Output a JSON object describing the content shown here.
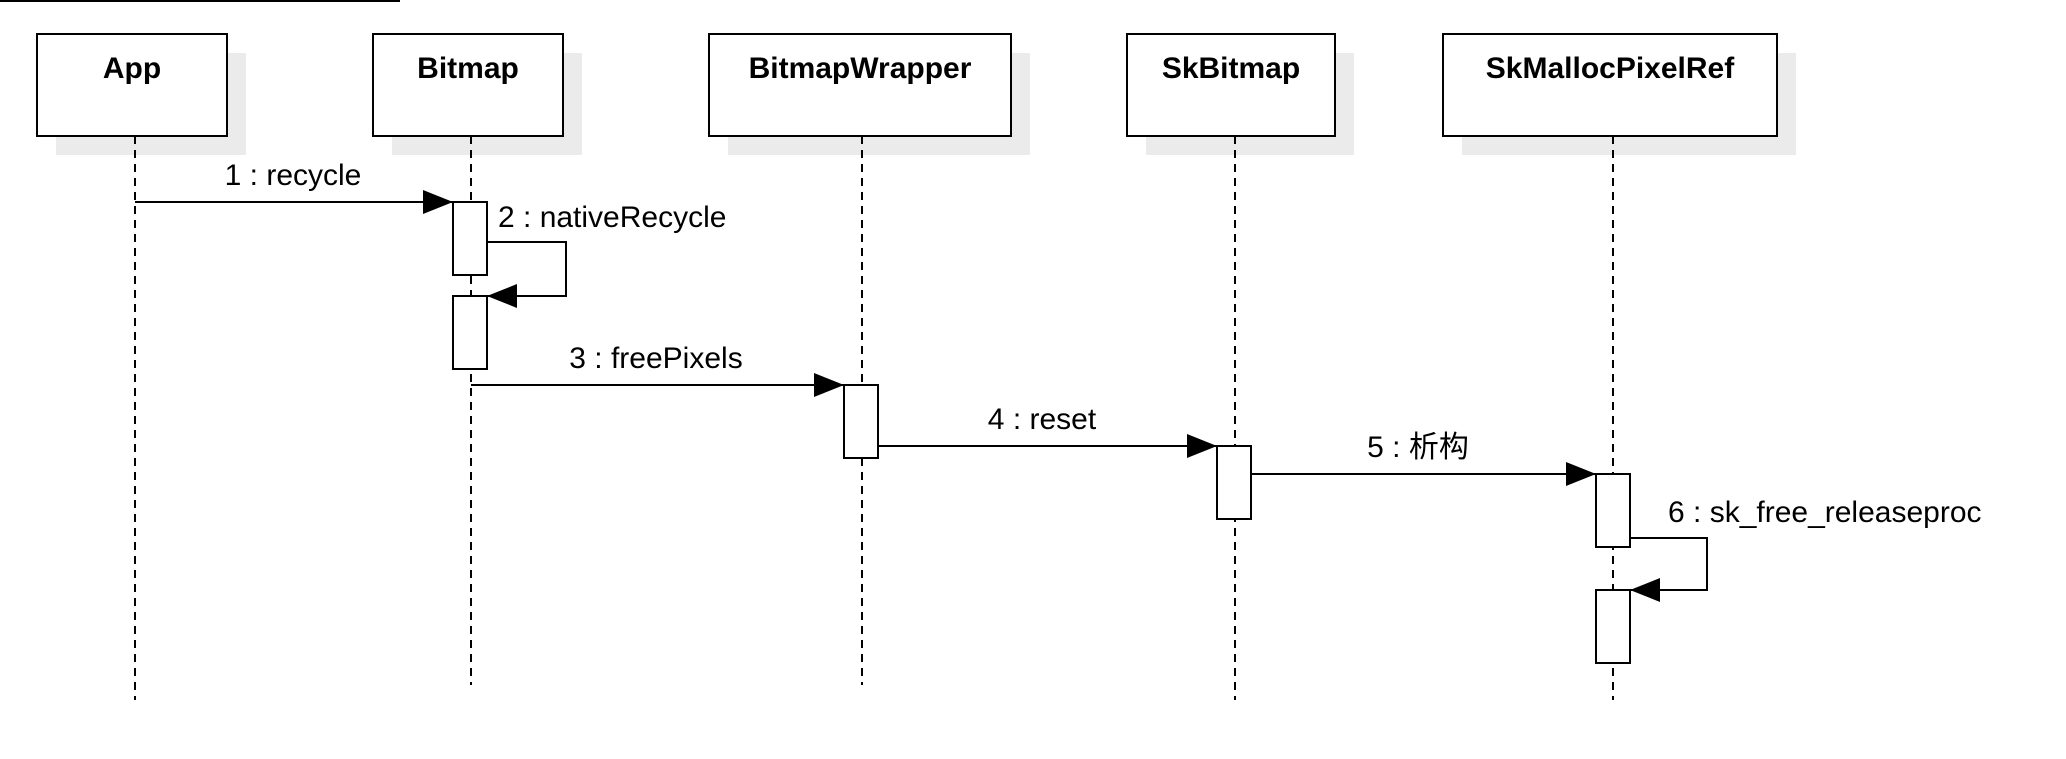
{
  "lifelines": [
    {
      "id": "app",
      "name": "App"
    },
    {
      "id": "bitmap",
      "name": "Bitmap"
    },
    {
      "id": "bitmapwrapper",
      "name": "BitmapWrapper"
    },
    {
      "id": "skbitmap",
      "name": "SkBitmap"
    },
    {
      "id": "skmallocpixelref",
      "name": "SkMallocPixelRef"
    }
  ],
  "messages": [
    {
      "label": "1 : recycle",
      "from": "App",
      "to": "Bitmap"
    },
    {
      "label": "2 : nativeRecycle",
      "from": "Bitmap",
      "to": "Bitmap"
    },
    {
      "label": "3 : freePixels",
      "from": "Bitmap",
      "to": "BitmapWrapper"
    },
    {
      "label": "4 : reset",
      "from": "BitmapWrapper",
      "to": "SkBitmap"
    },
    {
      "label": "5 : 析构",
      "from": "SkBitmap",
      "to": "SkMallocPixelRef"
    },
    {
      "label": "6 : sk_free_releaseproc",
      "from": "SkMallocPixelRef",
      "to": "SkMallocPixelRef"
    }
  ],
  "colors": {
    "line": "#000000",
    "shadow": "#ebebeb",
    "fill": "#ffffff"
  }
}
